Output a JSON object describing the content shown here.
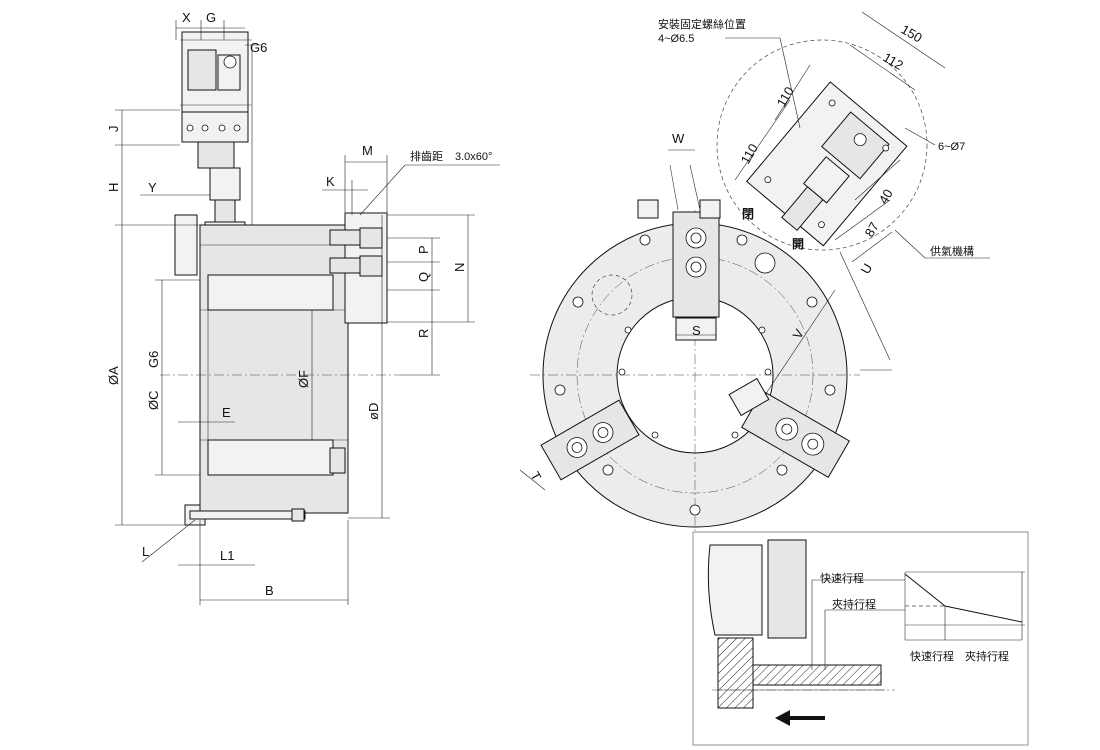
{
  "side_view": {
    "dims": {
      "X": "X",
      "G": "G",
      "G6_top": "G6",
      "J": "J",
      "H": "H",
      "Y": "Y",
      "M": "M",
      "K": "K",
      "P": "P",
      "Q": "Q",
      "N": "N",
      "R": "R",
      "A": "ØA",
      "C": "ØC",
      "G6": "G6",
      "F": "ØF",
      "D": "øD",
      "E": "E",
      "L": "L",
      "L1": "L1",
      "B": "B"
    },
    "chamfer_label": "排齒距",
    "chamfer_value": "3.0x60°"
  },
  "front_view": {
    "mount_note_line1": "安裝固定螺絲位置",
    "mount_note_line2": "4~Ø6.5",
    "dims": {
      "d150": "150",
      "d112": "112",
      "d110a": "110",
      "d110b": "110",
      "d40": "40",
      "d87": "87",
      "hole6": "6~Ø7",
      "W": "W",
      "S": "S",
      "V": "V",
      "U": "U",
      "T": "T"
    },
    "close_label": "閉",
    "open_label": "開",
    "air_supply_label": "供氣機構"
  },
  "detail": {
    "fast_stroke": "快速行程",
    "clamp_stroke": "夾持行程"
  }
}
